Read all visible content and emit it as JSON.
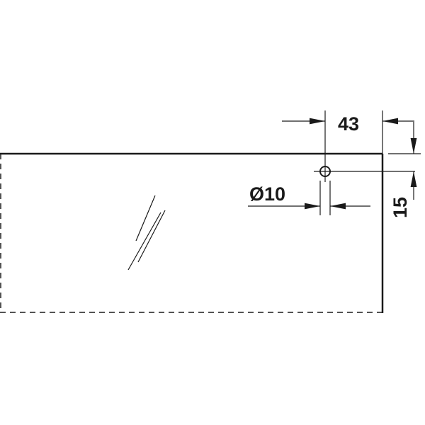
{
  "dimensions": {
    "hole_offset_from_edge": "43",
    "hole_offset_from_top": "15",
    "hole_diameter": "Ø10"
  },
  "colors": {
    "line": "#1a1a1a",
    "background": "#ffffff"
  }
}
